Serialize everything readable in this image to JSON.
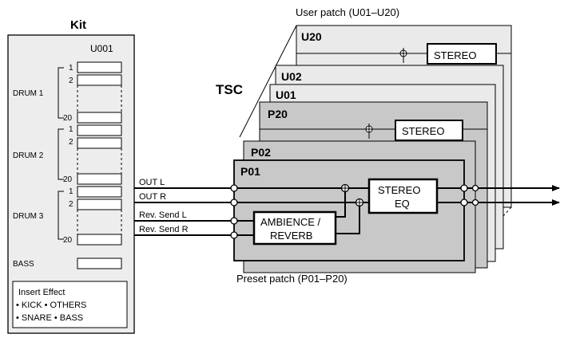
{
  "kit": {
    "title": "Kit",
    "header": "U001",
    "groups": [
      {
        "label": "DRUM 1",
        "slot_top": "1",
        "slot_second": "2",
        "slot_last": "20"
      },
      {
        "label": "DRUM 2",
        "slot_top": "1",
        "slot_second": "2",
        "slot_last": "20"
      },
      {
        "label": "DRUM 3",
        "slot_top": "1",
        "slot_second": "2",
        "slot_last": "20"
      }
    ],
    "bass_label": "BASS",
    "insert_effect": {
      "title": "Insert Effect",
      "line1": "• KICK   • OTHERS",
      "line2": "• SNARE • BASS"
    }
  },
  "signals": {
    "out_l": "OUT L",
    "out_r": "OUT R",
    "rev_send_l": "Rev. Send L",
    "rev_send_r": "Rev. Send R"
  },
  "tsc_label": "TSC",
  "user_patch_caption": "User patch (U01–U20)",
  "preset_patch_caption": "Preset patch (P01–P20)",
  "patches": {
    "u20": "U20",
    "u02": "U02",
    "u01": "U01",
    "p20": "P20",
    "p02": "P02",
    "p01": "P01"
  },
  "blocks": {
    "ambience_line1": "AMBIENCE /",
    "ambience_line2": "REVERB",
    "stereo_eq_line1": "STEREO",
    "stereo_eq_line2": "EQ",
    "stereo_short": "STEREO"
  },
  "colors": {
    "kit_panel": "#ededed",
    "user_panel": "#eaeaea",
    "preset_panel": "#c8c8c8",
    "line": "#000000"
  }
}
